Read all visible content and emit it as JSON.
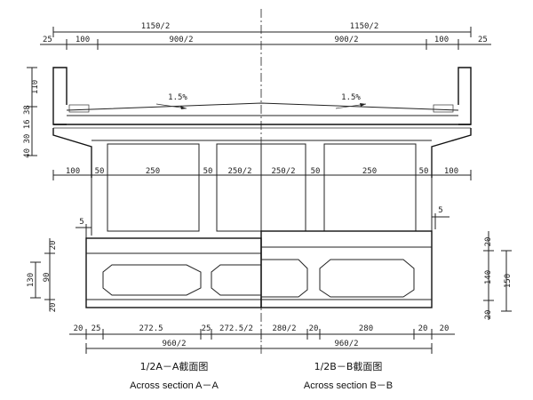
{
  "top_dims": {
    "overall_left": "1150/2",
    "overall_right": "1150/2",
    "edge_left": "25",
    "edge_right": "25",
    "cantilever_left": "100",
    "cantilever_right": "100",
    "deck_left": "900/2",
    "deck_right": "900/2"
  },
  "slopes": {
    "left": "1.5%",
    "right": "1.5%"
  },
  "side_dims": {
    "parapet_height": "110",
    "slab_layers": "40 30 16 38"
  },
  "pier_dims": {
    "a": "100",
    "b": "50",
    "c": "250",
    "d": "50",
    "e": "250/2",
    "f": "250/2",
    "g": "50",
    "h": "250",
    "i": "50",
    "j": "100"
  },
  "offset_mark": "5",
  "left_section_dims": {
    "top": "20",
    "mid": "90",
    "bottom": "20",
    "total": "130"
  },
  "right_section_dims": {
    "top": "20",
    "mid": "140",
    "bottom": "20",
    "total": "150"
  },
  "bottom_dims": {
    "edge_left": "20",
    "web_left": "25",
    "cell_left": "272.5",
    "web_mid_left": "25",
    "cell_left_half": "272.5/2",
    "cell_right_half": "280/2",
    "web_mid_right": "20",
    "cell_right": "280",
    "web_right": "20",
    "edge_right": "20",
    "width_left": "960/2",
    "width_right": "960/2"
  },
  "captions": {
    "left_cn": "1/2A－A截面图",
    "left_en": "Across section A－A",
    "right_cn": "1/2B－B截面图",
    "right_en": "Across section B－B"
  }
}
